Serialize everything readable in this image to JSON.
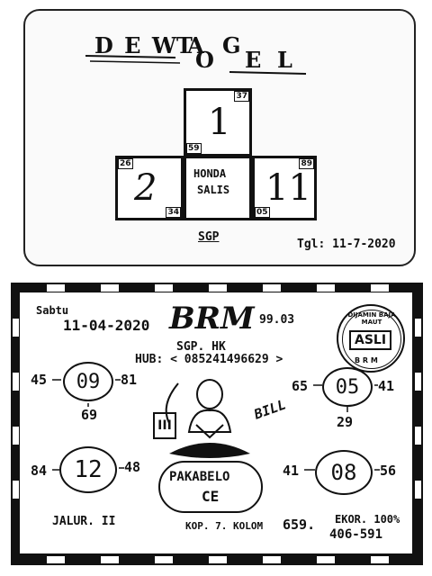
{
  "top": {
    "title_parts": [
      "D E W A",
      "T",
      "O",
      "G",
      "E",
      "L"
    ],
    "box_top": {
      "number": "1",
      "corner_tr": "37",
      "corner_bl": "59"
    },
    "box_left": {
      "number": "2",
      "corner_tl": "26",
      "corner_br": "34"
    },
    "box_right": {
      "number": "11",
      "corner_tr": "89",
      "corner_bl": "05"
    },
    "center_text": [
      "HONDA",
      "SALIS"
    ],
    "market": "SGP",
    "date": "Tgl: 11-7-2020"
  },
  "bottom": {
    "day": "Sabtu",
    "date": "11-04-2020",
    "brand": "BRM",
    "brand_suffix": "99.03",
    "markets": "SGP. HK",
    "contact": "HUB: < 085241496629 >",
    "stamp": {
      "top": "DIJAMIN BAJA MAUT",
      "center": "ASLI",
      "bottom": "B R M"
    },
    "c1": {
      "num": "09",
      "left": "45",
      "right": "81",
      "below": "69"
    },
    "c2": {
      "num": "05",
      "left": "65",
      "right": "41",
      "below": "29"
    },
    "c3": {
      "num": "12",
      "left": "84",
      "right": "48"
    },
    "c4": {
      "num": "08",
      "left": "41",
      "right": "56"
    },
    "figure_label": "III",
    "bill": "BILL",
    "cloud": [
      "PAKABELO",
      "CE"
    ],
    "jalur": "JALUR. II",
    "kop": "KOP. 7. KOLOM",
    "kolom_val": "659.",
    "ekor": "EKOR. 100%",
    "ekor_val": "406-591"
  }
}
